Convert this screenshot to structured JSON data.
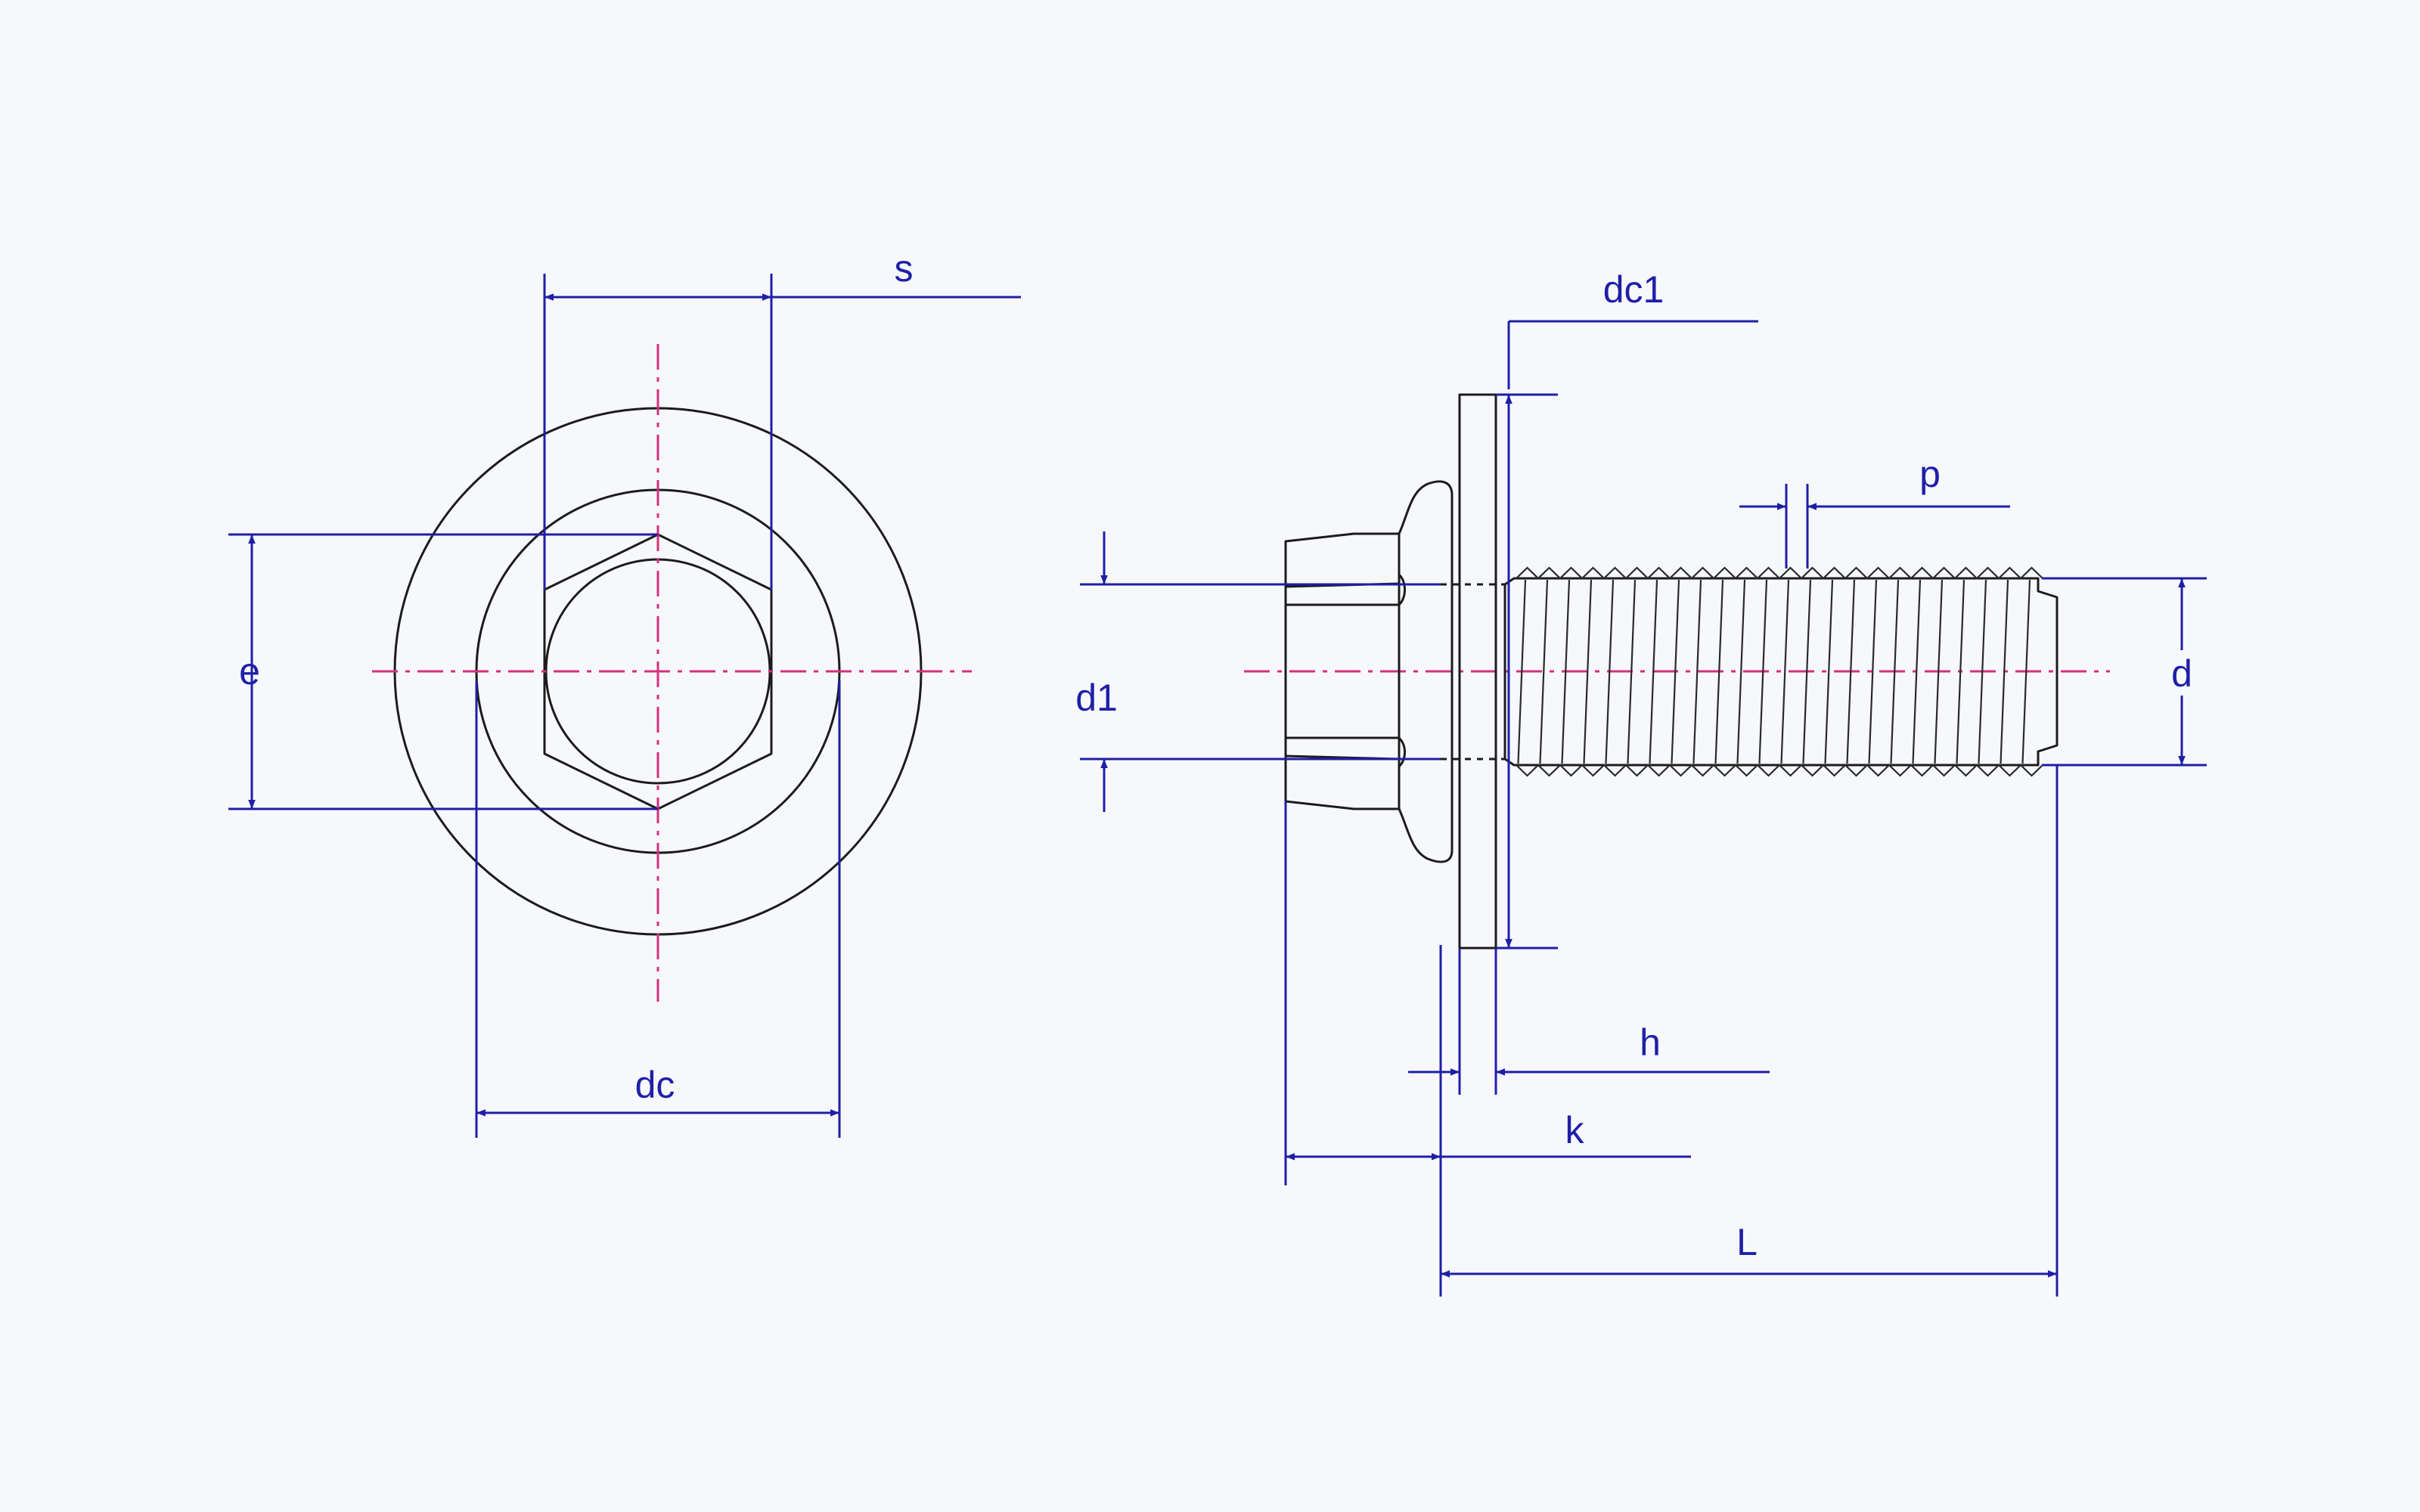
{
  "labels": {
    "s": "s",
    "e": "e",
    "dc": "dc",
    "dc1": "dc1",
    "p": "p",
    "d1": "d1",
    "d": "d",
    "h": "h",
    "k": "k",
    "L": "L"
  },
  "colors": {
    "outline": "#1c1c1c",
    "dimension": "#1f1fa8",
    "centerline": "#d4307e",
    "background": "#f7f8fb"
  }
}
